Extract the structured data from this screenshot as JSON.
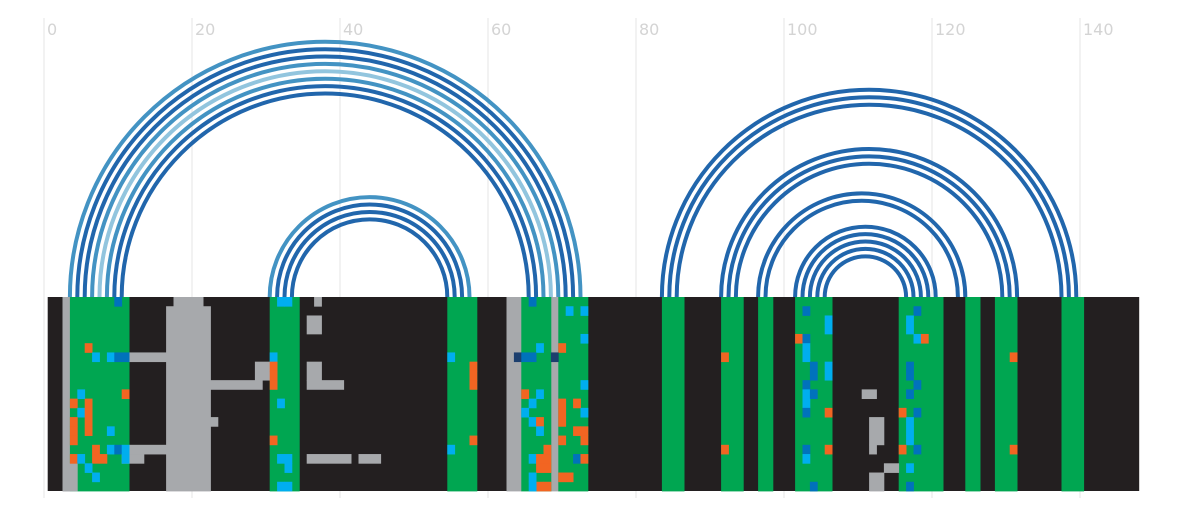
{
  "axis": {
    "ticks": [
      {
        "value": 0,
        "label": "0"
      },
      {
        "value": 20,
        "label": "20"
      },
      {
        "value": 40,
        "label": "40"
      },
      {
        "value": 60,
        "label": "60"
      },
      {
        "value": 80,
        "label": "80"
      },
      {
        "value": 100,
        "label": "100"
      },
      {
        "value": 120,
        "label": "120"
      },
      {
        "value": 140,
        "label": "140"
      }
    ],
    "range": [
      0,
      148
    ]
  },
  "colors": {
    "background": "#231f20",
    "paired": "#00a651",
    "unpaired_gray": "#a7a9ac",
    "orange": "#f26522",
    "cyan": "#00aeef",
    "blue": "#0072bc",
    "navy": "#1c3f6e",
    "arc_dark": "#2166ac",
    "arc_mid": "#4393c3",
    "arc_light": "#92c5de",
    "grid": "#e6e6e6"
  },
  "arcs": [
    {
      "left": 3.5,
      "right": 72.5,
      "color": "#4393c3"
    },
    {
      "left": 4.5,
      "right": 71.5,
      "color": "#2166ac"
    },
    {
      "left": 5.5,
      "right": 70.5,
      "color": "#2166ac"
    },
    {
      "left": 6.5,
      "right": 69.5,
      "color": "#4393c3"
    },
    {
      "left": 7.5,
      "right": 68.5,
      "color": "#92c5de"
    },
    {
      "left": 8.5,
      "right": 67.5,
      "color": "#4393c3"
    },
    {
      "left": 9.5,
      "right": 66.5,
      "color": "#2166ac"
    },
    {
      "left": 10.5,
      "right": 65.5,
      "color": "#2166ac"
    },
    {
      "left": 30.5,
      "right": 57.5,
      "color": "#4393c3"
    },
    {
      "left": 31.5,
      "right": 56.5,
      "color": "#2166ac"
    },
    {
      "left": 32.5,
      "right": 55.5,
      "color": "#2166ac"
    },
    {
      "left": 33.5,
      "right": 54.5,
      "color": "#2166ac"
    },
    {
      "left": 83.5,
      "right": 139.5,
      "color": "#2166ac"
    },
    {
      "left": 84.5,
      "right": 138.5,
      "color": "#2166ac"
    },
    {
      "left": 85.5,
      "right": 137.5,
      "color": "#2166ac"
    },
    {
      "left": 91.5,
      "right": 131.5,
      "color": "#2166ac"
    },
    {
      "left": 92.5,
      "right": 130.5,
      "color": "#2166ac"
    },
    {
      "left": 93.5,
      "right": 129.5,
      "color": "#2166ac"
    },
    {
      "left": 96.5,
      "right": 124.5,
      "color": "#2166ac"
    },
    {
      "left": 97.5,
      "right": 123.5,
      "color": "#2166ac"
    },
    {
      "left": 101.5,
      "right": 120.5,
      "color": "#2166ac"
    },
    {
      "left": 102.5,
      "right": 119.5,
      "color": "#2166ac"
    },
    {
      "left": 103.5,
      "right": 118.5,
      "color": "#2166ac"
    },
    {
      "left": 104.5,
      "right": 117.5,
      "color": "#2166ac"
    },
    {
      "left": 105.5,
      "right": 116.5,
      "color": "#2166ac"
    }
  ],
  "alignment": {
    "rows": 21,
    "green_columns": [
      [
        3,
        10
      ],
      [
        30,
        33
      ],
      [
        54,
        57
      ],
      [
        64,
        67
      ],
      [
        69,
        72
      ],
      [
        83,
        85
      ],
      [
        91,
        93
      ],
      [
        96,
        97
      ],
      [
        101,
        105
      ],
      [
        115,
        120
      ],
      [
        124,
        125
      ],
      [
        128,
        130
      ],
      [
        137,
        139
      ]
    ],
    "gray_columns": [
      [
        2,
        2
      ],
      [
        62,
        63
      ],
      [
        68,
        68
      ]
    ],
    "gray_blocks": [
      {
        "c0": 17,
        "c1": 20,
        "r0": 0,
        "r1": 0
      },
      {
        "c0": 16,
        "c1": 21,
        "r0": 1,
        "r1": 20
      },
      {
        "c0": 11,
        "c1": 15,
        "r0": 6,
        "r1": 6
      },
      {
        "c0": 22,
        "c1": 28,
        "r0": 9,
        "r1": 9
      },
      {
        "c0": 28,
        "c1": 29,
        "r0": 7,
        "r1": 8
      },
      {
        "c0": 35,
        "c1": 36,
        "r0": 2,
        "r1": 3
      },
      {
        "c0": 36,
        "c1": 36,
        "r0": 0,
        "r1": 0
      },
      {
        "c0": 35,
        "c1": 36,
        "r0": 7,
        "r1": 8
      },
      {
        "c0": 35,
        "c1": 39,
        "r0": 9,
        "r1": 9
      },
      {
        "c0": 35,
        "c1": 40,
        "r0": 17,
        "r1": 17
      },
      {
        "c0": 42,
        "c1": 44,
        "r0": 17,
        "r1": 17
      },
      {
        "c0": 22,
        "c1": 22,
        "r0": 13,
        "r1": 13
      },
      {
        "c0": 11,
        "c1": 15,
        "r0": 16,
        "r1": 16
      },
      {
        "c0": 10,
        "c1": 12,
        "r0": 17,
        "r1": 17
      },
      {
        "c0": 2,
        "c1": 3,
        "r0": 18,
        "r1": 20
      },
      {
        "c0": 110,
        "c1": 111,
        "r0": 10,
        "r1": 10
      },
      {
        "c0": 111,
        "c1": 112,
        "r0": 13,
        "r1": 15
      },
      {
        "c0": 111,
        "c1": 111,
        "r0": 16,
        "r1": 16
      },
      {
        "c0": 113,
        "c1": 114,
        "r0": 18,
        "r1": 18
      },
      {
        "c0": 111,
        "c1": 112,
        "r0": 19,
        "r1": 20
      }
    ],
    "cells": [
      {
        "c": 5,
        "r": 5,
        "k": "o"
      },
      {
        "c": 6,
        "r": 6,
        "k": "c"
      },
      {
        "c": 8,
        "r": 6,
        "k": "c"
      },
      {
        "c": 9,
        "r": 6,
        "k": "b"
      },
      {
        "c": 10,
        "r": 6,
        "k": "b"
      },
      {
        "c": 4,
        "r": 10,
        "k": "c"
      },
      {
        "c": 10,
        "r": 10,
        "k": "o"
      },
      {
        "c": 3,
        "r": 11,
        "k": "o"
      },
      {
        "c": 5,
        "r": 11,
        "k": "o"
      },
      {
        "c": 4,
        "r": 12,
        "k": "c"
      },
      {
        "c": 5,
        "r": 12,
        "k": "o"
      },
      {
        "c": 3,
        "r": 13,
        "k": "o"
      },
      {
        "c": 5,
        "r": 13,
        "k": "o"
      },
      {
        "c": 3,
        "r": 14,
        "k": "o"
      },
      {
        "c": 5,
        "r": 14,
        "k": "o"
      },
      {
        "c": 8,
        "r": 14,
        "k": "c"
      },
      {
        "c": 3,
        "r": 15,
        "k": "o"
      },
      {
        "c": 6,
        "r": 16,
        "k": "o"
      },
      {
        "c": 8,
        "r": 16,
        "k": "c"
      },
      {
        "c": 9,
        "r": 16,
        "k": "b"
      },
      {
        "c": 10,
        "r": 16,
        "k": "c"
      },
      {
        "c": 3,
        "r": 17,
        "k": "o"
      },
      {
        "c": 4,
        "r": 17,
        "k": "c"
      },
      {
        "c": 6,
        "r": 17,
        "k": "o"
      },
      {
        "c": 7,
        "r": 17,
        "k": "o"
      },
      {
        "c": 10,
        "r": 17,
        "k": "c"
      },
      {
        "c": 5,
        "r": 18,
        "k": "c"
      },
      {
        "c": 6,
        "r": 19,
        "k": "c"
      },
      {
        "c": 9,
        "r": 0,
        "k": "b"
      },
      {
        "c": 31,
        "r": 0,
        "k": "c"
      },
      {
        "c": 32,
        "r": 0,
        "k": "c"
      },
      {
        "c": 30,
        "r": 6,
        "k": "c"
      },
      {
        "c": 30,
        "r": 7,
        "k": "o"
      },
      {
        "c": 30,
        "r": 8,
        "k": "o"
      },
      {
        "c": 30,
        "r": 9,
        "k": "o"
      },
      {
        "c": 31,
        "r": 11,
        "k": "c"
      },
      {
        "c": 30,
        "r": 15,
        "k": "o"
      },
      {
        "c": 31,
        "r": 17,
        "k": "c"
      },
      {
        "c": 32,
        "r": 17,
        "k": "c"
      },
      {
        "c": 32,
        "r": 18,
        "k": "c"
      },
      {
        "c": 31,
        "r": 20,
        "k": "c"
      },
      {
        "c": 32,
        "r": 20,
        "k": "c"
      },
      {
        "c": 54,
        "r": 6,
        "k": "c"
      },
      {
        "c": 57,
        "r": 7,
        "k": "o"
      },
      {
        "c": 57,
        "r": 8,
        "k": "o"
      },
      {
        "c": 57,
        "r": 9,
        "k": "o"
      },
      {
        "c": 57,
        "r": 15,
        "k": "o"
      },
      {
        "c": 54,
        "r": 16,
        "k": "c"
      },
      {
        "c": 65,
        "r": 0,
        "k": "b"
      },
      {
        "c": 70,
        "r": 1,
        "k": "c"
      },
      {
        "c": 72,
        "r": 1,
        "k": "c"
      },
      {
        "c": 66,
        "r": 5,
        "k": "c"
      },
      {
        "c": 69,
        "r": 5,
        "k": "o"
      },
      {
        "c": 63,
        "r": 6,
        "k": "n"
      },
      {
        "c": 64,
        "r": 6,
        "k": "b"
      },
      {
        "c": 65,
        "r": 6,
        "k": "b"
      },
      {
        "c": 68,
        "r": 6,
        "k": "n"
      },
      {
        "c": 72,
        "r": 4,
        "k": "c"
      },
      {
        "c": 72,
        "r": 9,
        "k": "c"
      },
      {
        "c": 64,
        "r": 10,
        "k": "o"
      },
      {
        "c": 66,
        "r": 10,
        "k": "c"
      },
      {
        "c": 65,
        "r": 11,
        "k": "c"
      },
      {
        "c": 69,
        "r": 11,
        "k": "o"
      },
      {
        "c": 71,
        "r": 11,
        "k": "o"
      },
      {
        "c": 64,
        "r": 12,
        "k": "c"
      },
      {
        "c": 69,
        "r": 12,
        "k": "o"
      },
      {
        "c": 72,
        "r": 12,
        "k": "c"
      },
      {
        "c": 65,
        "r": 13,
        "k": "c"
      },
      {
        "c": 66,
        "r": 13,
        "k": "o"
      },
      {
        "c": 69,
        "r": 13,
        "k": "o"
      },
      {
        "c": 71,
        "r": 14,
        "k": "o"
      },
      {
        "c": 72,
        "r": 14,
        "k": "o"
      },
      {
        "c": 66,
        "r": 14,
        "k": "c"
      },
      {
        "c": 69,
        "r": 15,
        "k": "o"
      },
      {
        "c": 72,
        "r": 15,
        "k": "o"
      },
      {
        "c": 67,
        "r": 16,
        "k": "o"
      },
      {
        "c": 65,
        "r": 17,
        "k": "c"
      },
      {
        "c": 66,
        "r": 17,
        "k": "o"
      },
      {
        "c": 67,
        "r": 17,
        "k": "o"
      },
      {
        "c": 71,
        "r": 17,
        "k": "b"
      },
      {
        "c": 72,
        "r": 17,
        "k": "o"
      },
      {
        "c": 66,
        "r": 18,
        "k": "o"
      },
      {
        "c": 67,
        "r": 18,
        "k": "o"
      },
      {
        "c": 65,
        "r": 19,
        "k": "c"
      },
      {
        "c": 69,
        "r": 19,
        "k": "o"
      },
      {
        "c": 70,
        "r": 19,
        "k": "o"
      },
      {
        "c": 66,
        "r": 20,
        "k": "o"
      },
      {
        "c": 67,
        "r": 20,
        "k": "o"
      },
      {
        "c": 65,
        "r": 20,
        "k": "c"
      },
      {
        "c": 91,
        "r": 6,
        "k": "o"
      },
      {
        "c": 91,
        "r": 16,
        "k": "o"
      },
      {
        "c": 102,
        "r": 1,
        "k": "b"
      },
      {
        "c": 105,
        "r": 2,
        "k": "c"
      },
      {
        "c": 105,
        "r": 3,
        "k": "c"
      },
      {
        "c": 101,
        "r": 4,
        "k": "o"
      },
      {
        "c": 102,
        "r": 4,
        "k": "b"
      },
      {
        "c": 102,
        "r": 5,
        "k": "c"
      },
      {
        "c": 102,
        "r": 6,
        "k": "c"
      },
      {
        "c": 103,
        "r": 7,
        "k": "b"
      },
      {
        "c": 103,
        "r": 8,
        "k": "b"
      },
      {
        "c": 105,
        "r": 7,
        "k": "c"
      },
      {
        "c": 105,
        "r": 8,
        "k": "c"
      },
      {
        "c": 102,
        "r": 9,
        "k": "b"
      },
      {
        "c": 102,
        "r": 10,
        "k": "c"
      },
      {
        "c": 103,
        "r": 10,
        "k": "b"
      },
      {
        "c": 102,
        "r": 11,
        "k": "c"
      },
      {
        "c": 102,
        "r": 12,
        "k": "b"
      },
      {
        "c": 105,
        "r": 12,
        "k": "o"
      },
      {
        "c": 102,
        "r": 16,
        "k": "b"
      },
      {
        "c": 105,
        "r": 16,
        "k": "o"
      },
      {
        "c": 102,
        "r": 17,
        "k": "c"
      },
      {
        "c": 103,
        "r": 20,
        "k": "b"
      },
      {
        "c": 117,
        "r": 1,
        "k": "b"
      },
      {
        "c": 116,
        "r": 2,
        "k": "c"
      },
      {
        "c": 116,
        "r": 3,
        "k": "c"
      },
      {
        "c": 117,
        "r": 4,
        "k": "c"
      },
      {
        "c": 118,
        "r": 4,
        "k": "o"
      },
      {
        "c": 116,
        "r": 7,
        "k": "b"
      },
      {
        "c": 116,
        "r": 8,
        "k": "b"
      },
      {
        "c": 117,
        "r": 9,
        "k": "b"
      },
      {
        "c": 116,
        "r": 10,
        "k": "b"
      },
      {
        "c": 115,
        "r": 12,
        "k": "o"
      },
      {
        "c": 117,
        "r": 12,
        "k": "b"
      },
      {
        "c": 116,
        "r": 13,
        "k": "c"
      },
      {
        "c": 116,
        "r": 14,
        "k": "c"
      },
      {
        "c": 116,
        "r": 15,
        "k": "c"
      },
      {
        "c": 115,
        "r": 16,
        "k": "o"
      },
      {
        "c": 117,
        "r": 16,
        "k": "b"
      },
      {
        "c": 116,
        "r": 18,
        "k": "c"
      },
      {
        "c": 116,
        "r": 20,
        "k": "b"
      },
      {
        "c": 130,
        "r": 6,
        "k": "o"
      },
      {
        "c": 130,
        "r": 16,
        "k": "o"
      }
    ]
  }
}
